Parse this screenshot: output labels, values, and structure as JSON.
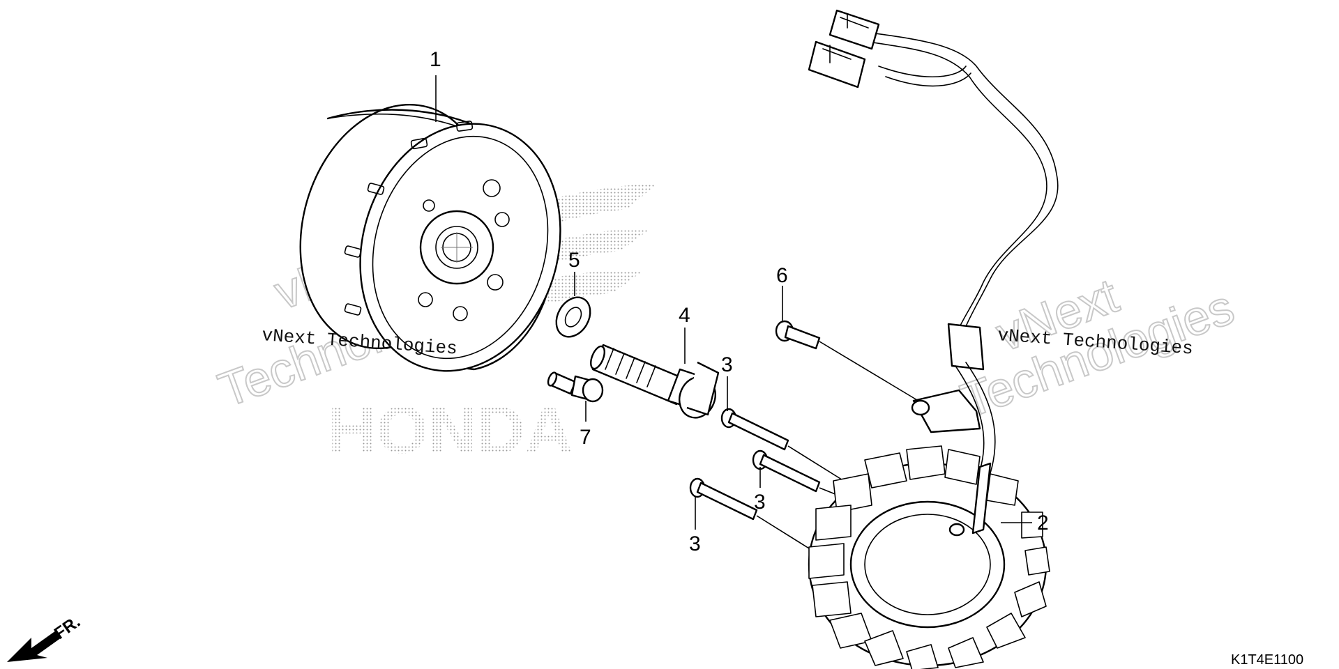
{
  "diagram": {
    "callouts": [
      {
        "id": "1",
        "label": "1"
      },
      {
        "id": "2",
        "label": "2"
      },
      {
        "id": "3a",
        "label": "3"
      },
      {
        "id": "3b",
        "label": "3"
      },
      {
        "id": "3c",
        "label": "3"
      },
      {
        "id": "4",
        "label": "4"
      },
      {
        "id": "5",
        "label": "5"
      },
      {
        "id": "6",
        "label": "6"
      },
      {
        "id": "7",
        "label": "7"
      }
    ],
    "watermarks": {
      "brand_mono": "vNext Technologies",
      "brand_outline_1": "vNext",
      "brand_outline_2": "Technologies"
    },
    "logo_text": "HONDA",
    "direction_label": "FR.",
    "figure_code": "K1T4E1100"
  }
}
